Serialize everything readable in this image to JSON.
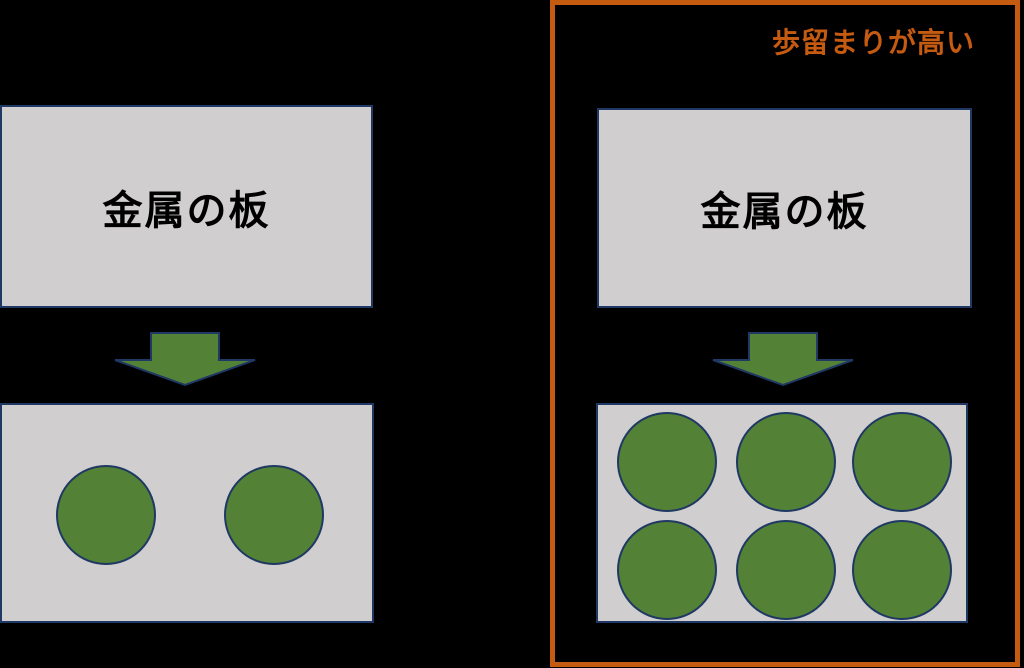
{
  "diagram": {
    "background_color": "#000000",
    "colors": {
      "plate_fill": "#D0CECE",
      "outline_navy": "#1F3864",
      "part_green": "#538135",
      "accent_orange": "#C55A11",
      "label_black": "#000000"
    }
  },
  "left_panel": {
    "plate_label": "金属の板",
    "parts_count": 2,
    "circle_layout": {
      "rows": 1,
      "cols": 2
    }
  },
  "right_panel": {
    "title": "歩留まりが高い",
    "plate_label": "金属の板",
    "parts_count": 6,
    "circle_layout": {
      "rows": 2,
      "cols": 3
    }
  }
}
